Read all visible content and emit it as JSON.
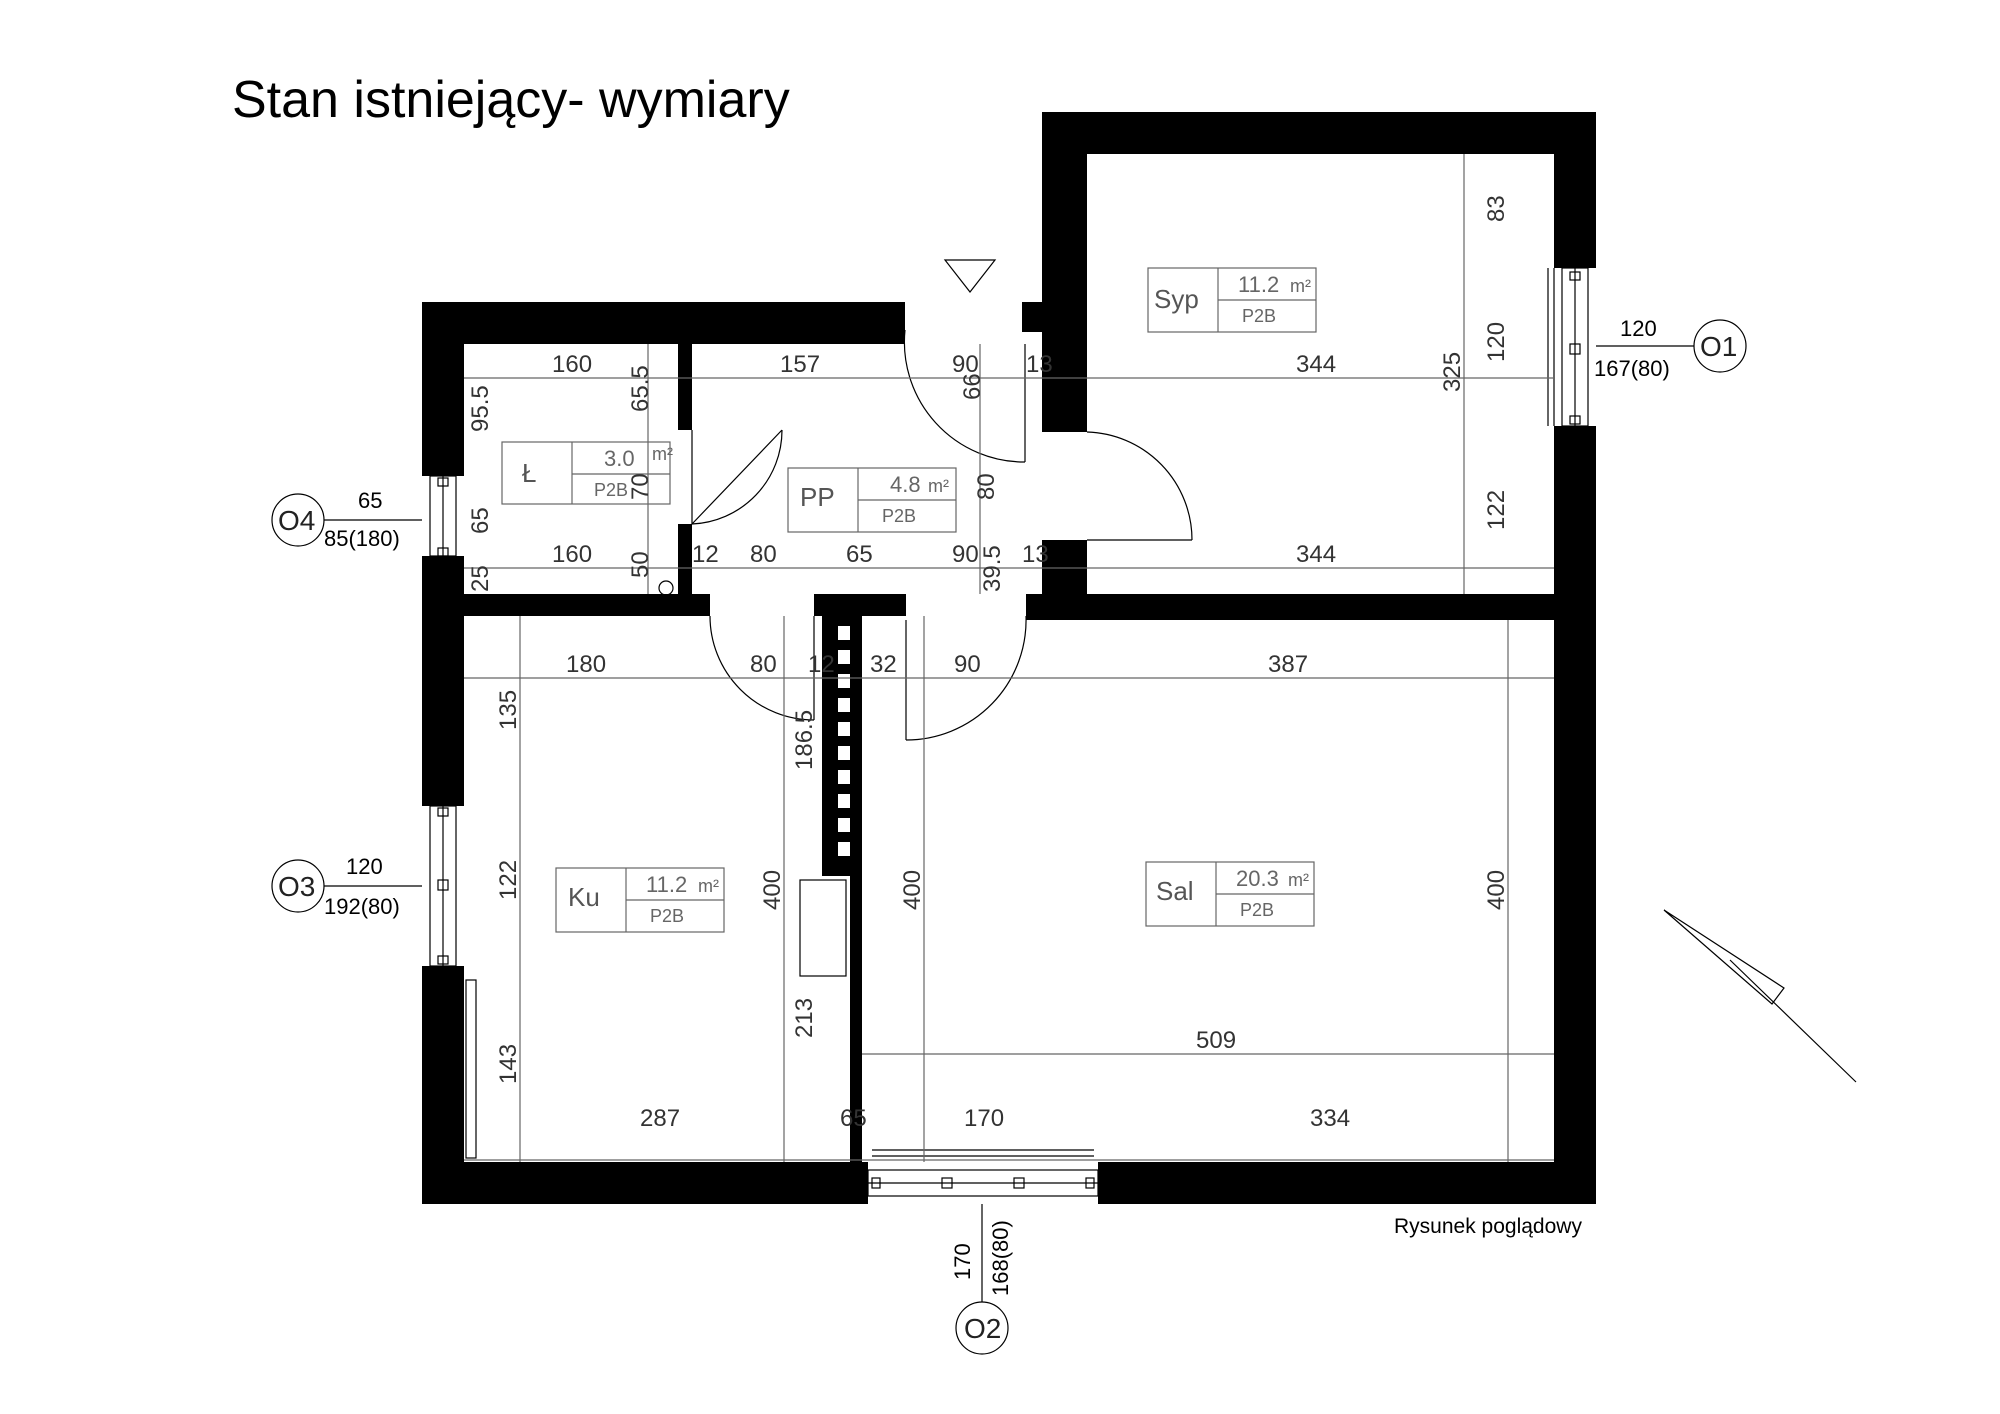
{
  "title": "Stan istniejący- wymiary",
  "note": "Rysunek poglądowy",
  "rooms": [
    {
      "id": "lazienka",
      "label": "Ł",
      "area": "3.0",
      "unit": "m²",
      "cls": "P2B"
    },
    {
      "id": "przedpokoj",
      "label": "PP",
      "area": "4.8",
      "unit": "m²",
      "cls": "P2B"
    },
    {
      "id": "sypialnia",
      "label": "Syp",
      "area": "11.2",
      "unit": "m²",
      "cls": "P2B"
    },
    {
      "id": "kuchnia",
      "label": "Ku",
      "area": "11.2",
      "unit": "m²",
      "cls": "P2B"
    },
    {
      "id": "salon",
      "label": "Sal",
      "area": "20.3",
      "unit": "m²",
      "cls": "P2B"
    }
  ],
  "windows": [
    {
      "id": "O1",
      "label": "O1",
      "width": "120",
      "height": "167(80)"
    },
    {
      "id": "O2",
      "label": "O2",
      "width": "170",
      "height": "168(80)"
    },
    {
      "id": "O3",
      "label": "O3",
      "width": "120",
      "height": "192(80)"
    },
    {
      "id": "O4",
      "label": "O4",
      "width": "65",
      "height": "85(180)"
    }
  ],
  "dimensions": {
    "h_160_top": "160",
    "h_157": "157",
    "h_90_top": "90",
    "h_13_top": "13",
    "h_344_top": "344",
    "h_160_bot": "160",
    "h_12_mid": "12",
    "h_80_mid": "80",
    "h_65_mid": "65",
    "h_90_mid": "90",
    "h_13_mid": "13",
    "h_344_bot": "344",
    "h_180": "180",
    "h_80_low": "80",
    "h_12_low": "12",
    "h_32": "32",
    "h_90_low": "90",
    "h_387": "387",
    "h_509": "509",
    "h_287": "287",
    "h_65_bot": "65",
    "h_170": "170",
    "h_334": "334",
    "v_95_5": "95.5",
    "v_65_ł": "65",
    "v_25": "25",
    "v_65_5": "65.5",
    "v_70": "70",
    "v_50": "50",
    "v_66": "66",
    "v_80_pp": "80",
    "v_39_5": "39.5",
    "v_83": "83",
    "v_120_syp": "120",
    "v_122_syp": "122",
    "v_325": "325",
    "v_135": "135",
    "v_122_ku": "122",
    "v_143": "143",
    "v_400_ku": "400",
    "v_186_5": "186.5",
    "v_213": "213",
    "v_400_sal_l": "400",
    "v_400_sal_r": "400"
  }
}
